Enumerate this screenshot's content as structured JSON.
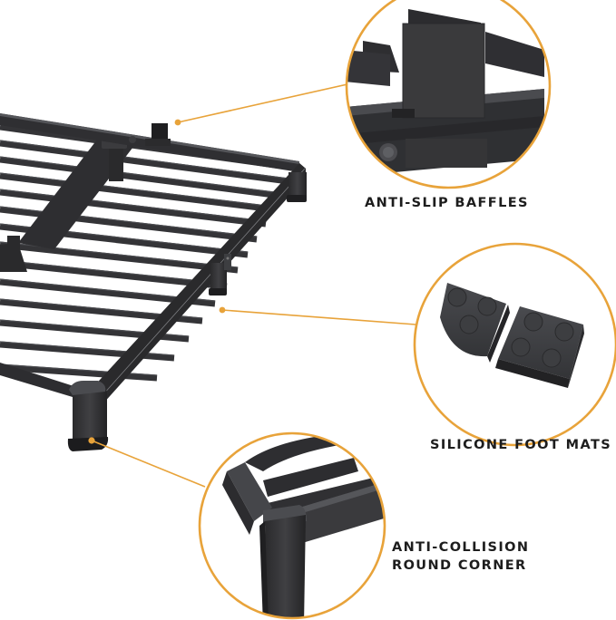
{
  "colors": {
    "accent": "#E8A33A",
    "frame_dark": "#2b2b2d",
    "frame_mid": "#3c3c3f",
    "frame_light": "#55565a",
    "background": "#ffffff",
    "text": "#1d1d1d"
  },
  "product": {
    "name": "metal bed frame",
    "illustration": "platform-bed-frame-with-slats"
  },
  "callouts": [
    {
      "id": "anti-slip-baffles",
      "lines": [
        "ANTI-SLIP BAFFLES"
      ],
      "detail_icon": "baffle-closeup-icon"
    },
    {
      "id": "silicone-foot-mats",
      "lines": [
        "SILICONE FOOT MATS"
      ],
      "detail_icon": "foot-mat-closeup-icon"
    },
    {
      "id": "anti-collision-round-corner",
      "lines": [
        "ANTI-COLLISION",
        "ROUND CORNER"
      ],
      "detail_icon": "round-corner-closeup-icon"
    }
  ]
}
